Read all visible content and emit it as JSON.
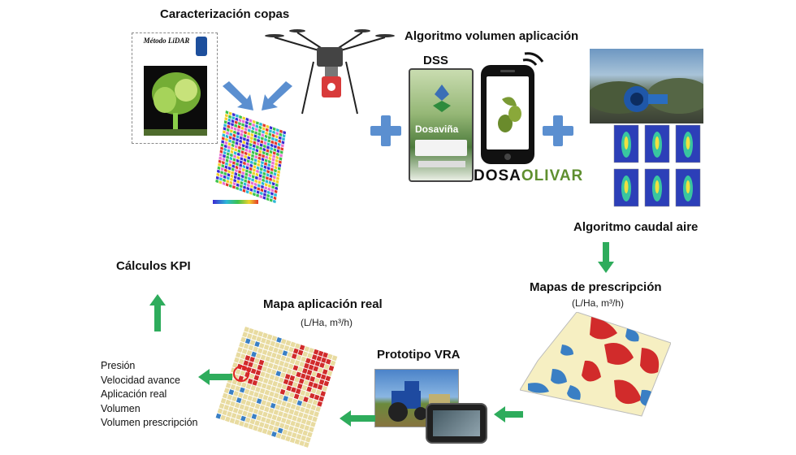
{
  "labels": {
    "caracterizacion": "Caracterización copas",
    "metodo_lidar": "Método LiDAR",
    "algoritmo_volumen": "Algoritmo volumen aplicación",
    "dss": "DSS",
    "tablet_brand": "Dosaviña",
    "app_logo_left": "DOSA",
    "app_logo_right": "OLIVAR",
    "algoritmo_aire": "Algoritmo caudal aire",
    "mapas_prescripcion": "Mapas de prescripción",
    "mapas_prescripcion_units": "(L/Ha, m³/h)",
    "prototipo": "Prototipo VRA",
    "mapa_real": "Mapa aplicación real",
    "mapa_real_units": "(L/Ha, m³/h)",
    "calculos_kpi": "Cálculos KPI"
  },
  "kpi_list": [
    "Presión",
    "Velocidad avance",
    "Aplicación real",
    "Volumen",
    "Volumen prescripción"
  ],
  "colors": {
    "arrow_blue": "#5b8fd0",
    "arrow_green": "#2eac5c",
    "plus_blue": "#5b8fd0",
    "map_red": "#d12b2b",
    "map_blue": "#3a7fc4",
    "map_cream": "#f6efc2"
  },
  "icons": [
    "drone-icon",
    "smartphone-icon",
    "olive-icon",
    "wifi-icon",
    "plus-icon",
    "tractor-icon"
  ]
}
